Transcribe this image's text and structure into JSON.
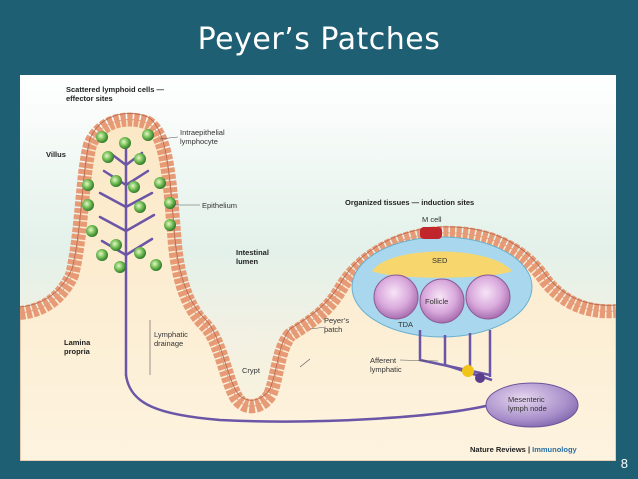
{
  "slide": {
    "title": "Peyer’s Patches",
    "page_number": "8"
  },
  "figure": {
    "labels": {
      "scattered_line1": "Scattered lymphoid cells —",
      "scattered_line2": "effector sites",
      "villus": "Villus",
      "intraepithelial_line1": "Intraepithelial",
      "intraepithelial_line2": "lymphocyte",
      "epithelium": "Epithelium",
      "organized": "Organized tissues — induction sites",
      "m_cell": "M cell",
      "sed": "SED",
      "follicle": "Follicle",
      "tda": "TDA",
      "intestinal_lumen_line1": "Intestinal",
      "intestinal_lumen_line2": "lumen",
      "peyers_patch_line1": "Peyer’s",
      "peyers_patch_line2": "patch",
      "lamina_line1": "Lamina",
      "lamina_line2": "propria",
      "lymphatic_line1": "Lymphatic",
      "lymphatic_line2": "drainage",
      "crypt": "Crypt",
      "afferent_line1": "Afferent",
      "afferent_line2": "lymphatic",
      "mesenteric_line1": "Mesenteric",
      "mesenteric_line2": "lymph node",
      "credit_brand": "Nature Reviews",
      "credit_sep": " | ",
      "credit_journal": "Immunology"
    },
    "colors": {
      "epithelium": "#e79a76",
      "lymphocyte": "#4f9a3e",
      "lymphatic": "#6a55a6",
      "follicle": "#d6a8d9",
      "dome": "#a9d8ee",
      "sed": "#f7d66d",
      "m_cell": "#c0262c",
      "dendritic": "#f2c41a"
    }
  }
}
